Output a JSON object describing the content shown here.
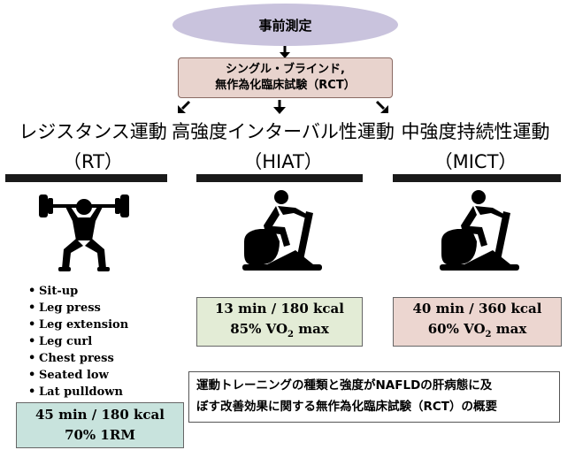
{
  "pre_measurement": "事前測定",
  "rct_box": {
    "line1": "シングル・ブラインド,",
    "line2": "無作為化臨床試験（RCT）"
  },
  "arms": [
    {
      "title": "レジスタンス運動",
      "abbr": "（RT）",
      "exercises": [
        "Sit-up",
        "Leg press",
        "Leg extension",
        "Leg curl",
        "Chest press",
        "Seated low",
        "Lat pulldown"
      ],
      "dose_line1": "45 min / 180 kcal",
      "dose_line2": "70% 1RM",
      "icon": "weightlifter-icon"
    },
    {
      "title": "高強度インターバル性運動",
      "abbr": "（HIAT）",
      "dose_line1": "13 min / 180 kcal",
      "dose_line2_prefix": "85% VO",
      "dose_line2_sub": "2",
      "dose_line2_suffix": " max",
      "icon": "exercise-bike-icon"
    },
    {
      "title": "中強度持続性運動",
      "abbr": "（MICT）",
      "dose_line1": "40 min / 360 kcal",
      "dose_line2_prefix": "60% VO",
      "dose_line2_sub": "2",
      "dose_line2_suffix": " max",
      "icon": "exercise-bike-icon"
    }
  ],
  "caption": {
    "line1": "運動トレーニングの種類と強度がNAFLDの肝病態に及",
    "line2": "ぼす改善効果に関する無作為化臨床試験（RCT）の概要"
  },
  "colors": {
    "ellipse": "#c9c3dd",
    "rct_box": "#e8d3cd",
    "hiat_box": "#e3ecd6",
    "mict_box": "#ecd6d0",
    "rt_box": "#c8e3dd"
  }
}
